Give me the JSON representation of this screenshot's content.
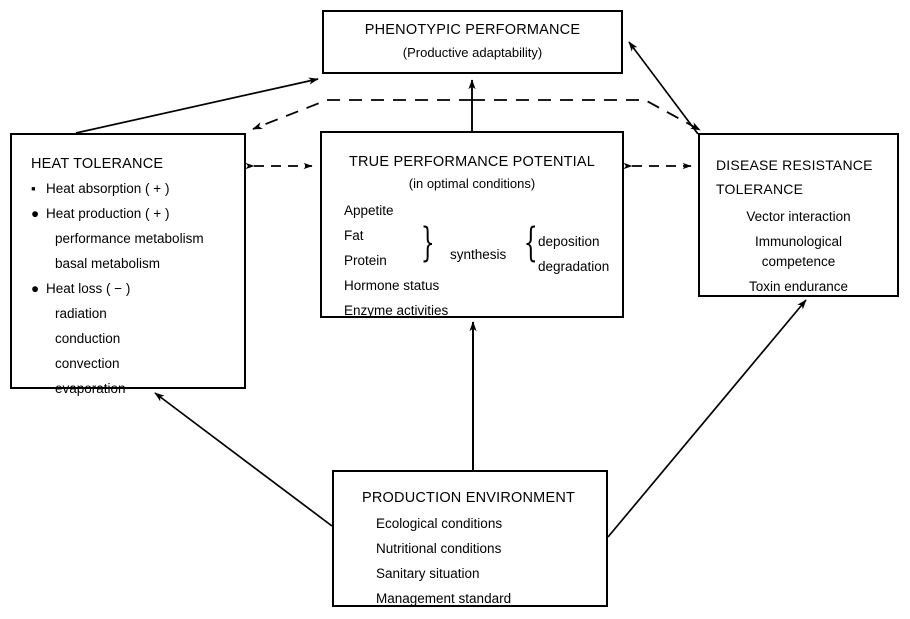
{
  "diagram": {
    "title": "Phenotypic performance model",
    "stroke_color": "#000000",
    "background_color": "#ffffff"
  },
  "boxes": {
    "phenotypic_performance": {
      "title": "PHENOTYPIC PERFORMANCE",
      "subtitle": "(Productive adaptability)"
    },
    "heat_tolerance": {
      "title": "HEAT  TOLERANCE",
      "items": [
        {
          "bullet": "▪",
          "label": "Heat absorption ( + )",
          "indent": false
        },
        {
          "bullet": "●",
          "label": "Heat production ( + )",
          "indent": false
        },
        {
          "bullet": "",
          "label": "performance metabolism",
          "indent": true
        },
        {
          "bullet": "",
          "label": "basal metabolism",
          "indent": true
        },
        {
          "bullet": "●",
          "label": "Heat loss ( − )",
          "indent": false
        },
        {
          "bullet": "",
          "label": "radiation",
          "indent": true
        },
        {
          "bullet": "",
          "label": "conduction",
          "indent": true
        },
        {
          "bullet": "",
          "label": "convection",
          "indent": true
        },
        {
          "bullet": "",
          "label": "evaporation",
          "indent": true
        }
      ]
    },
    "true_performance_potential": {
      "title": "TRUE PERFORMANCE POTENTIAL",
      "subtitle": "(in optimal conditions)",
      "items": [
        "Appetite",
        "Fat",
        "Protein",
        "Hormone status",
        "Enzyme activities"
      ],
      "brace_label": "synthesis",
      "brace_left_members": [
        "Fat",
        "Protein"
      ],
      "brace_right_members": [
        "deposition",
        "degradation"
      ]
    },
    "disease_resistance": {
      "title_line1": "DISEASE RESISTANCE",
      "title_line2": "TOLERANCE",
      "items": [
        "Vector interaction",
        "Immunological",
        "competence",
        "Toxin endurance"
      ]
    },
    "production_environment": {
      "title": "PRODUCTION ENVIRONMENT",
      "items": [
        "Ecological conditions",
        "Nutritional conditions",
        "Sanitary situation",
        "Management standard"
      ]
    }
  },
  "connections": [
    {
      "name": "heat-tolerance-to-phenotypic-performance",
      "style": "solid",
      "arrow": "single"
    },
    {
      "name": "disease-resistance-to-phenotypic-performance",
      "style": "solid",
      "arrow": "single"
    },
    {
      "name": "phenotypic-performance-to-true-performance-potential",
      "style": "solid",
      "arrow": "single"
    },
    {
      "name": "true-performance-potential-to-heat-tolerance",
      "style": "dashed",
      "arrow": "double"
    },
    {
      "name": "true-performance-potential-to-disease-resistance",
      "style": "dashed",
      "arrow": "double"
    },
    {
      "name": "phenotypic-performance-dashed-to-heat-tolerance",
      "style": "dashed",
      "arrow": "single"
    },
    {
      "name": "phenotypic-performance-dashed-to-disease-resistance",
      "style": "dashed",
      "arrow": "single"
    },
    {
      "name": "production-environment-to-true-performance-potential",
      "style": "solid",
      "arrow": "single"
    },
    {
      "name": "production-environment-to-heat-tolerance",
      "style": "solid",
      "arrow": "single"
    },
    {
      "name": "production-environment-to-disease-resistance",
      "style": "solid",
      "arrow": "single"
    }
  ]
}
